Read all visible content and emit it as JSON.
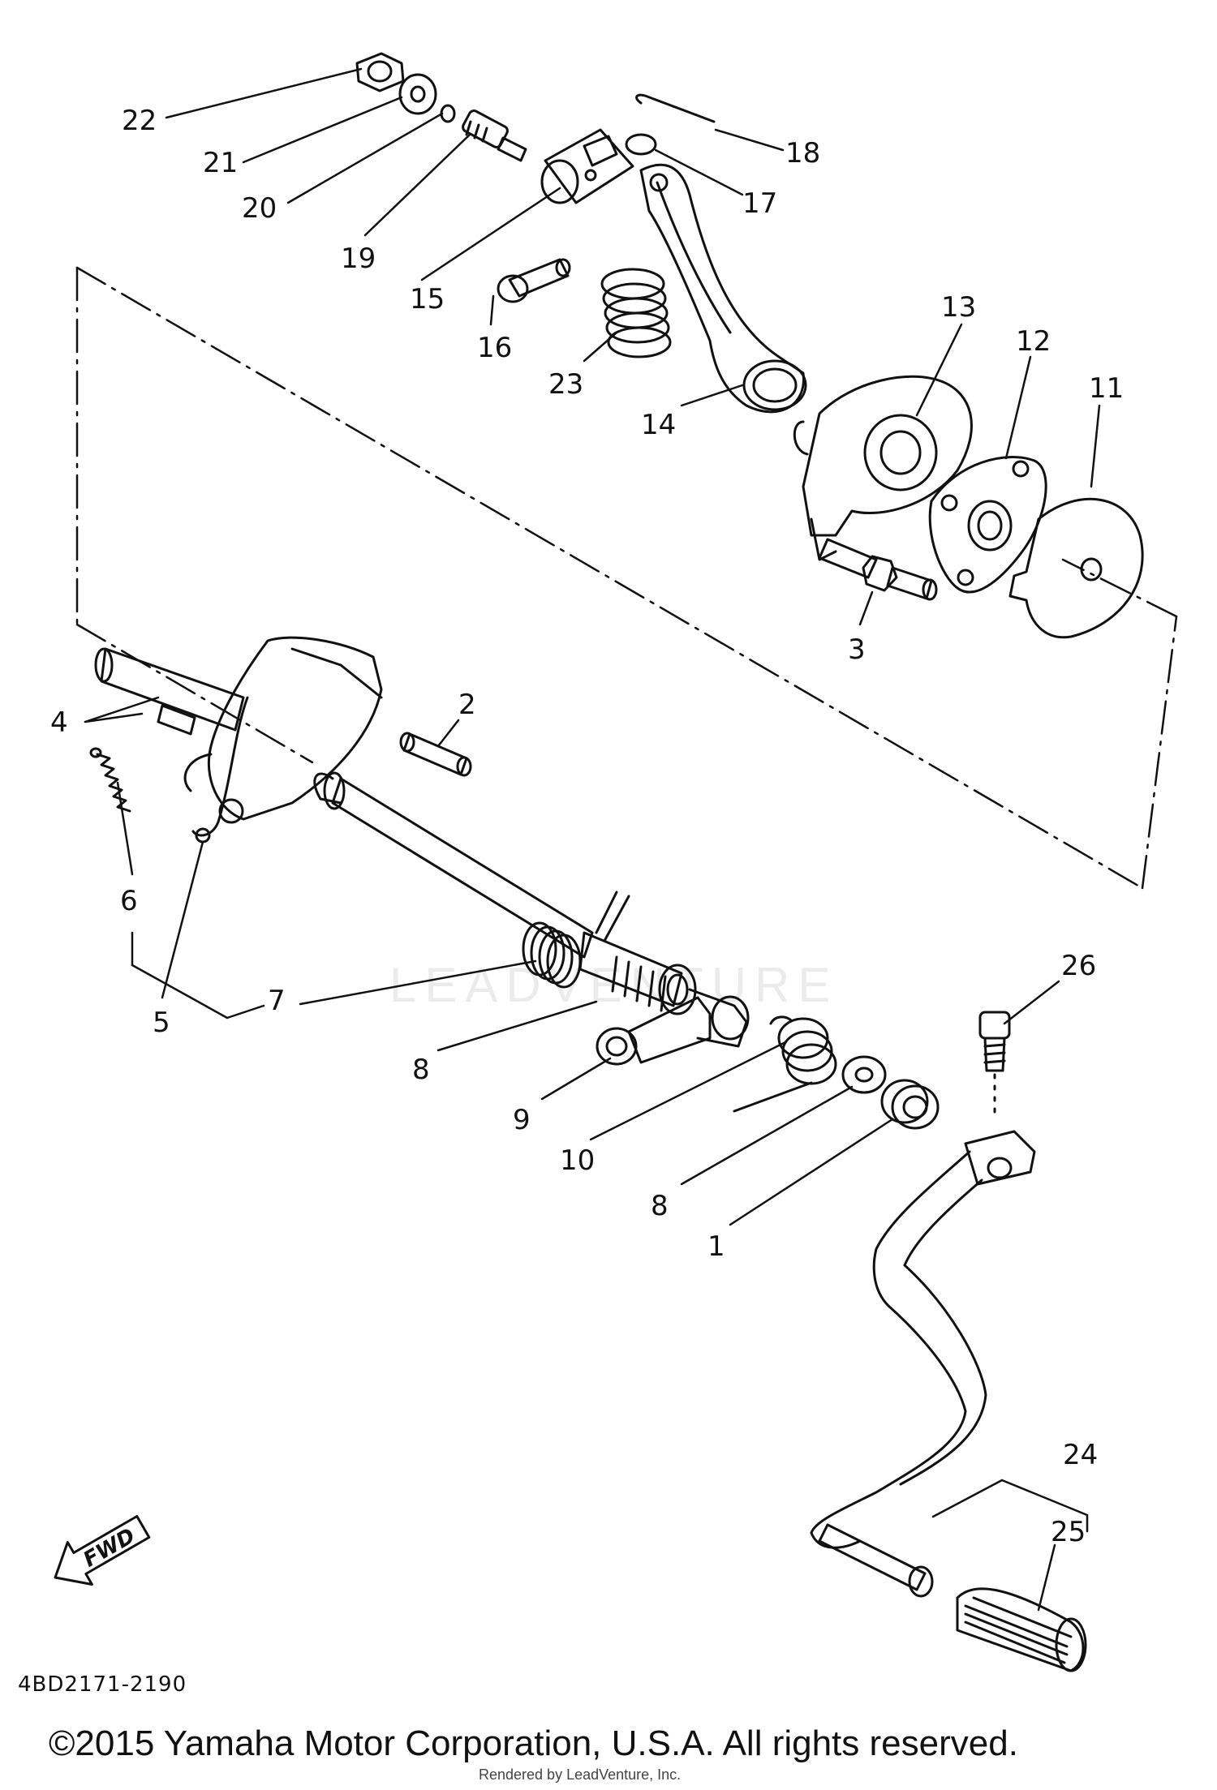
{
  "diagram": {
    "callouts": [
      "22",
      "21",
      "20",
      "19",
      "15",
      "16",
      "23",
      "14",
      "18",
      "17",
      "13",
      "12",
      "11",
      "3",
      "2",
      "4",
      "6",
      "5",
      "7",
      "8",
      "9",
      "10",
      "8",
      "1",
      "26",
      "24",
      "25"
    ],
    "fwd_label": "FWD",
    "part_code": "4BD2171-2190",
    "copyright": "©2015 Yamaha Motor Corporation, U.S.A. All rights reserved.",
    "rendered_by": "Rendered by LeadVenture, Inc.",
    "watermark": "LEADVENTURE",
    "stroke_color": "#111111"
  }
}
